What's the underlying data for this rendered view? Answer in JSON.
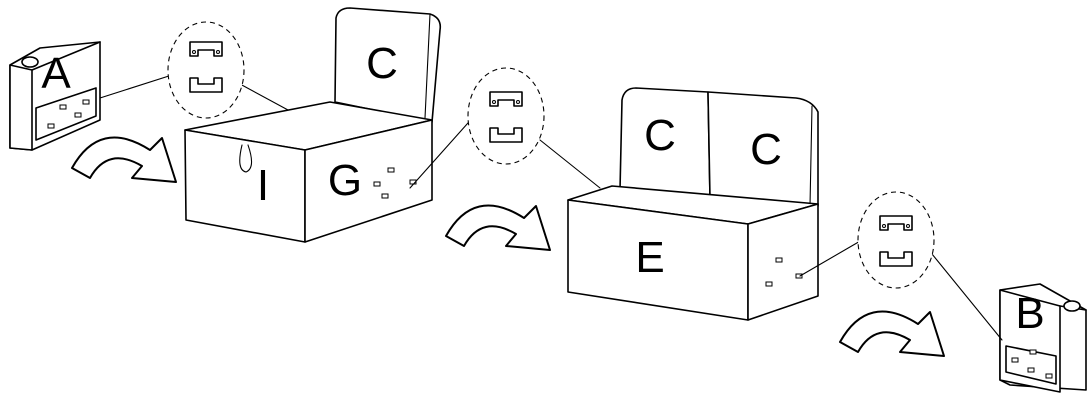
{
  "labels": {
    "A": "A",
    "B": "B",
    "C1": "C",
    "C2": "C",
    "C3": "C",
    "E": "E",
    "G": "G",
    "I": "I"
  }
}
